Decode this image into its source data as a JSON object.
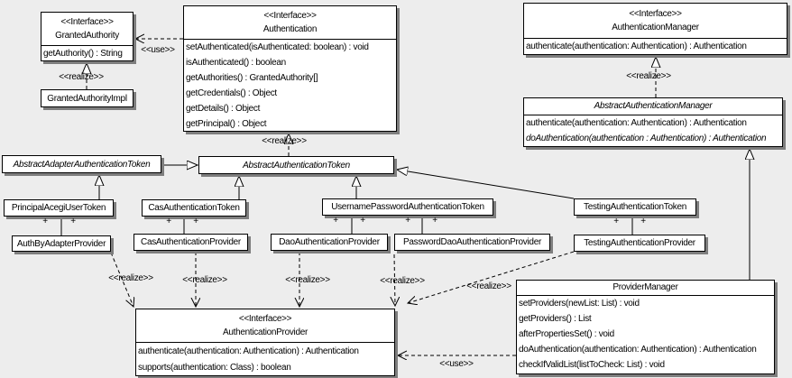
{
  "edge_labels": {
    "realize": "<<realize>>",
    "use": "<<use>>"
  },
  "association_plus": "+",
  "colors": {
    "background": "#ededed",
    "box_fill": "#ffffff",
    "line": "#000000",
    "shadow": "#7e7e7e"
  },
  "classes": {
    "granted_authority": {
      "stereotype": "<<Interface>>",
      "name": "GrantedAuthority",
      "methods": [
        "getAuthority() : String"
      ]
    },
    "granted_authority_impl": {
      "name": "GrantedAuthorityImpl"
    },
    "authentication": {
      "stereotype": "<<Interface>>",
      "name": "Authentication",
      "methods": [
        "setAuthenticated(isAuthenticated: boolean) : void",
        "isAuthenticated() : boolean",
        "getAuthorities() : GrantedAuthority[]",
        "getCredentials() : Object",
        "getDetails() : Object",
        "getPrincipal() : Object"
      ]
    },
    "authentication_manager": {
      "stereotype": "<<Interface>>",
      "name": "AuthenticationManager",
      "methods": [
        "authenticate(authentication: Authentication) : Authentication"
      ]
    },
    "abstract_authentication_manager": {
      "name": "AbstractAuthenticationManager",
      "methods": [
        "authenticate(authentication: Authentication) : Authentication",
        "doAuthentication(authentication : Authentication) : Authentication"
      ]
    },
    "abstract_adapter_authentication_token": {
      "name": "AbstractAdapterAuthenticationToken"
    },
    "abstract_authentication_token": {
      "name": "AbstractAuthenticationToken"
    },
    "principal_acegi_user_token": {
      "name": "PrincipalAcegiUserToken"
    },
    "cas_authentication_token": {
      "name": "CasAuthenticationToken"
    },
    "username_password_authentication_token": {
      "name": "UsernamePasswordAuthenticationToken"
    },
    "testing_authentication_token": {
      "name": "TestingAuthenticationToken"
    },
    "auth_by_adapter_provider": {
      "name": "AuthByAdapterProvider"
    },
    "cas_authentication_provider": {
      "name": "CasAuthenticationProvider"
    },
    "dao_authentication_provider": {
      "name": "DaoAuthenticationProvider"
    },
    "password_dao_authentication_provider": {
      "name": "PasswordDaoAuthenticationProvider"
    },
    "testing_authentication_provider": {
      "name": "TestingAuthenticationProvider"
    },
    "authentication_provider": {
      "stereotype": "<<Interface>>",
      "name": "AuthenticationProvider",
      "methods": [
        "authenticate(authentication: Authentication) : Authentication",
        "supports(authentication: Class) : boolean"
      ]
    },
    "provider_manager": {
      "name": "ProviderManager",
      "methods": [
        "setProviders(newList: List) : void",
        "getProviders() : List",
        "afterPropertiesSet() : void",
        "doAuthentication(authentication: Authentication) : Authentication",
        "checkIfValidList(listToCheck: List) : void"
      ]
    }
  }
}
